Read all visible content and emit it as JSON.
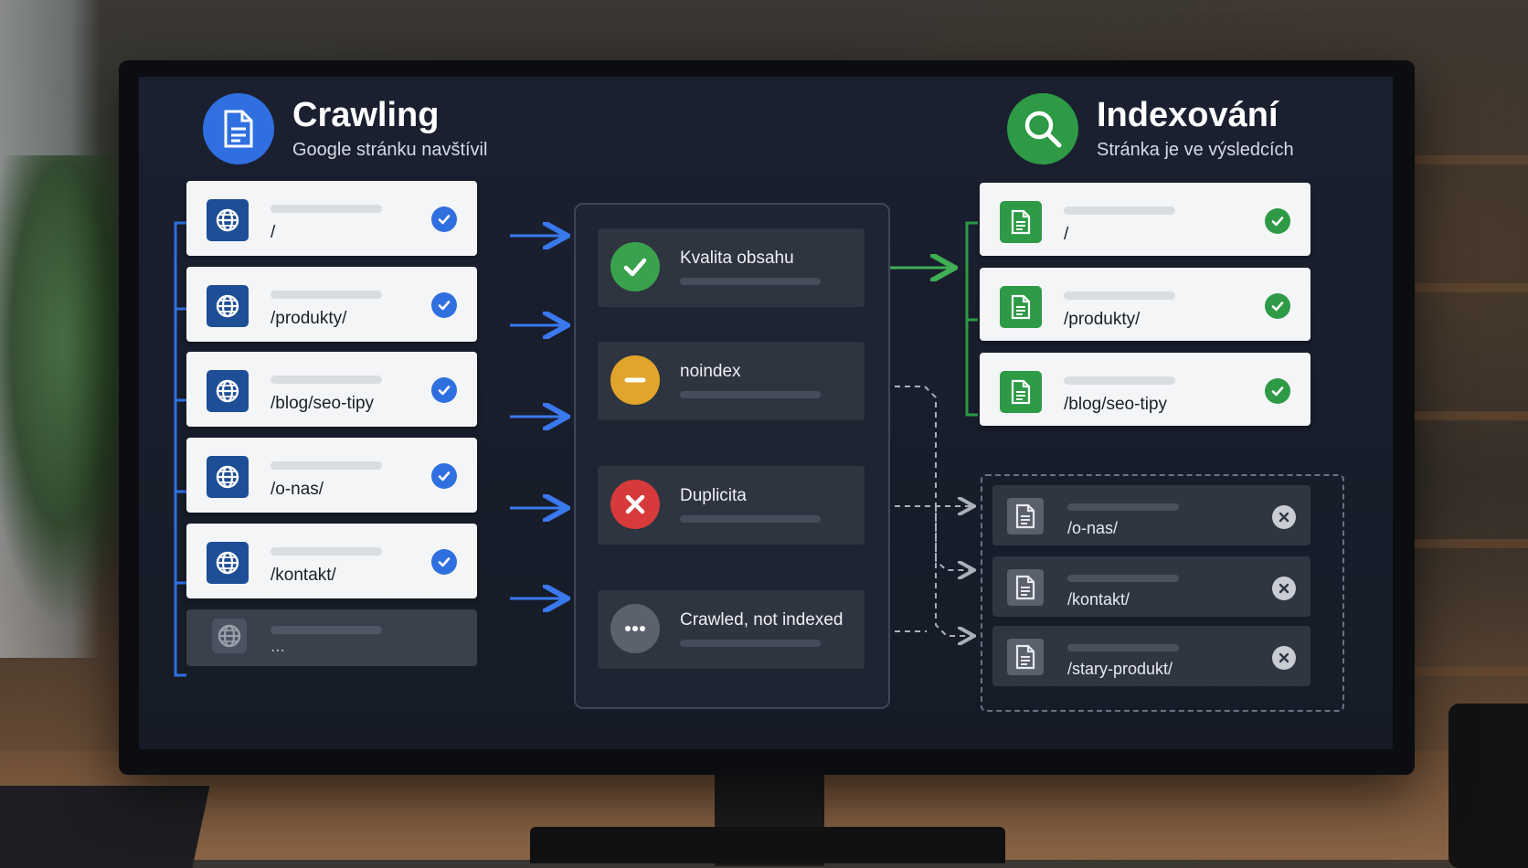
{
  "crawling": {
    "title": "Crawling",
    "subtitle": "Google stránku navštívil",
    "icon": "document-icon",
    "color": "#2f6fe0"
  },
  "indexing": {
    "title": "Indexování",
    "subtitle": "Stránka je ve výsledcích",
    "icon": "magnifier-icon",
    "color": "#2e9a46"
  },
  "crawled_pages": [
    "/",
    "/produkty/",
    "/blog/seo-tipy",
    "/o-nas/",
    "/kontakt/",
    "..."
  ],
  "filters": [
    {
      "label": "Kvalita obsahu",
      "icon": "check-icon",
      "color": "#3aa14d"
    },
    {
      "label": "noindex",
      "icon": "minus-icon",
      "color": "#e1a52b"
    },
    {
      "label": "Duplicita",
      "icon": "x-icon",
      "color": "#d63a3a"
    },
    {
      "label": "Crawled, not indexed",
      "icon": "ellipsis-icon",
      "color": "#5b616d"
    }
  ],
  "indexed_pages": [
    "/",
    "/produkty/",
    "/blog/seo-tipy"
  ],
  "rejected_pages": [
    "/o-nas/",
    "/kontakt/",
    "/stary-produkt/"
  ]
}
